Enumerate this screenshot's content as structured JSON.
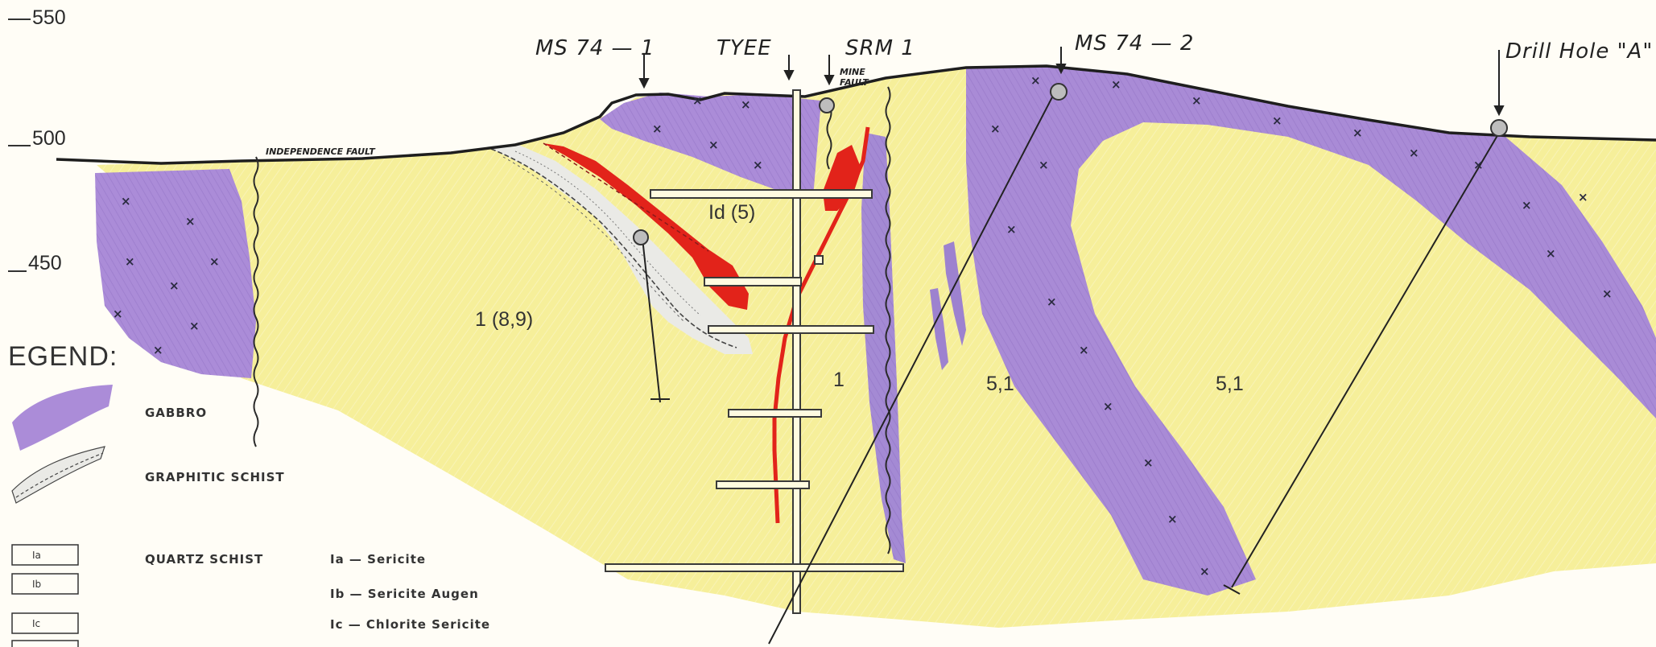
{
  "elevations": [
    "550",
    "500",
    "450"
  ],
  "drill_holes": {
    "ms74_1": "MS 74 — 1",
    "tyee": "TYEE",
    "srm1": "SRM 1",
    "ms74_2": "MS 74 — 2",
    "drill_hole_a": "Drill Hole \"A\""
  },
  "annotations": {
    "independence_fault": "INDEPENDENCE FAULT",
    "mine_fault_1": "MINE",
    "mine_fault_2": "FAULT"
  },
  "units": {
    "u1_8_9": "1 (8,9)",
    "u1d_5": "Id (5)",
    "u1": "1",
    "u5_1_a": "5,1",
    "u5_1_b": "5,1"
  },
  "legend": {
    "title": "EGEND:",
    "gabbro": "GABBRO",
    "graphitic_schist": "GRAPHITIC SCHIST",
    "quartz_schist": "QUARTZ SCHIST",
    "boxes": [
      "Ia",
      "Ib",
      "Ic"
    ],
    "ia": "Ia — Sericite",
    "ib": "Ib — Sericite Augen",
    "ic": "Ic — Chlorite Sericite"
  },
  "colors": {
    "quartz_schist": "#f6ef9a",
    "gabbro": "#a98bd6",
    "ore": "#e2231a",
    "graphitic_schist": "#e9e9e6",
    "ink": "#1e1e1e"
  }
}
